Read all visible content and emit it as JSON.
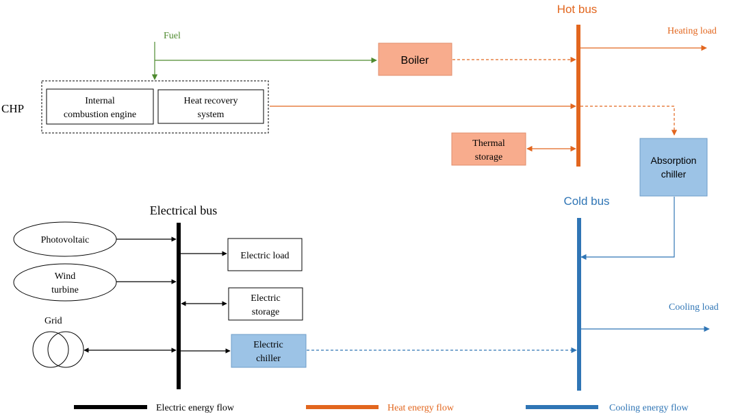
{
  "labels": {
    "fuel": "Fuel",
    "chp": "CHP",
    "hot_bus": "Hot bus",
    "cold_bus": "Cold bus",
    "electrical_bus": "Electrical bus",
    "heating_load": "Heating load",
    "cooling_load": "Cooling load",
    "grid": "Grid"
  },
  "boxes": {
    "ice_line1": "Internal",
    "ice_line2": "combustion engine",
    "hrs_line1": "Heat recovery",
    "hrs_line2": "system",
    "boiler": "Boiler",
    "thermal_line1": "Thermal",
    "thermal_line2": "storage",
    "absorption_line1": "Absorption",
    "absorption_line2": "chiller",
    "electric_load": "Electric load",
    "estorage_line1": "Electric",
    "estorage_line2": "storage",
    "echiller_line1": "Electric",
    "echiller_line2": "chiller",
    "pv": "Photovoltaic",
    "wind_line1": "Wind",
    "wind_line2": "turbine"
  },
  "legend": {
    "electric": "Electric energy flow",
    "heat": "Heat energy flow",
    "cooling": "Cooling energy flow"
  },
  "colors": {
    "electric": "#000000",
    "heat": "#E2661E",
    "cooling": "#2F75B5",
    "fuel": "#4E8A2E",
    "heat_box": "#F8AC8D",
    "cool_box": "#9CC3E6"
  }
}
